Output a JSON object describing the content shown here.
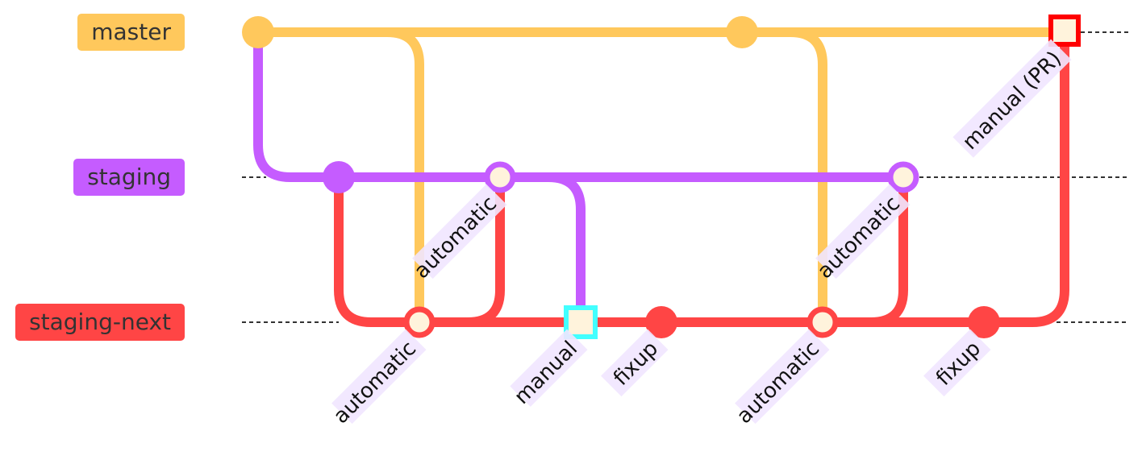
{
  "branches": [
    {
      "id": "master",
      "label": "master",
      "color": "#ffc85c"
    },
    {
      "id": "staging",
      "label": "staging",
      "color": "#c55cff"
    },
    {
      "id": "staging_next",
      "label": "staging-next",
      "color": "#ff4545"
    }
  ],
  "commit_tags": [
    {
      "id": "merge-1-staging",
      "text": "automatic"
    },
    {
      "id": "merge-1-next",
      "text": "automatic"
    },
    {
      "id": "manual-merge",
      "text": "manual"
    },
    {
      "id": "fixup-1",
      "text": "fixup"
    },
    {
      "id": "merge-2-staging",
      "text": "automatic"
    },
    {
      "id": "merge-2-next",
      "text": "automatic"
    },
    {
      "id": "fixup-2",
      "text": "fixup"
    },
    {
      "id": "pr-merge",
      "text": "manual (PR)"
    }
  ],
  "colors": {
    "highlight_cyan": "#42ffff",
    "highlight_red": "#ff0000",
    "commit_fill": "#fff3dc",
    "tag_background": "#f1e6ff"
  }
}
